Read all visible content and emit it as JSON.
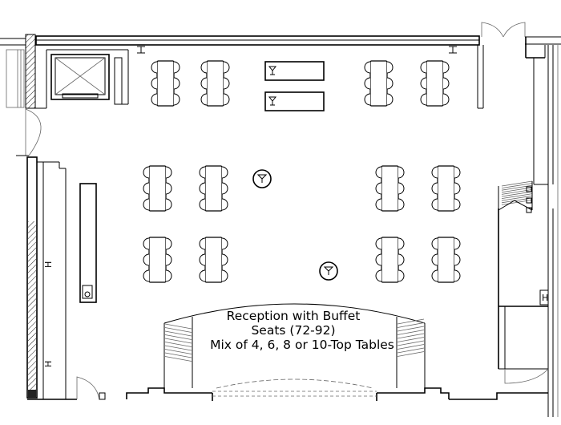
{
  "plan": {
    "room_label": {
      "line1": "Reception with Buffet",
      "line2": "Seats (72-92)",
      "line3": "Mix of 4, 6, 8 or 10-Top Tables"
    },
    "marker_h": "H"
  }
}
